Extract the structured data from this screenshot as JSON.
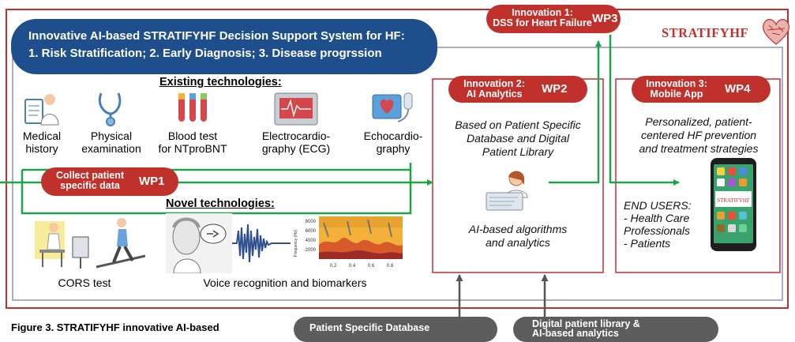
{
  "banner": {
    "line1": "Innovative AI-based STRATIFYHF Decision Support System for HF:",
    "line2": "1. Risk Stratification;   2. Early Diagnosis;   3. Disease progrssion"
  },
  "brand": {
    "logo_text": "STRATIFYHF"
  },
  "innovation1": {
    "label_line1": "Innovation 1:",
    "label_line2": "DSS for Heart Failure",
    "wp": "WP3"
  },
  "innovation2": {
    "label_line1": "Innovation 2:",
    "label_line2": "AI Analytics",
    "wp": "WP2",
    "desc_line1": "Based on Patient Specific",
    "desc_line2": "Database and Digital",
    "desc_line3": "Patient Library",
    "algo_line1": "AI-based algorithms",
    "algo_line2": "and analytics"
  },
  "innovation3": {
    "label_line1": "Innovation 3:",
    "label_line2": "Mobile App",
    "wp": "WP4",
    "desc_line1": "Personalized, patient-",
    "desc_line2": "centered HF prevention",
    "desc_line3": "and treatment strategies",
    "users_title": "END USERS:",
    "users_line1": "- Health Care",
    "users_line2": "Professionals",
    "users_line3": "- Patients"
  },
  "collect": {
    "label_line1": "Collect patient",
    "label_line2": "specific data",
    "wp": "WP1"
  },
  "existing": {
    "heading": "Existing technologies:",
    "items": [
      {
        "line1": "Medical",
        "line2": "history"
      },
      {
        "line1": "Physical",
        "line2": "examination"
      },
      {
        "line1": "Blood test",
        "line2": "for NTproBNT"
      },
      {
        "line1": "Electrocardio-",
        "line2": "graphy (ECG)"
      },
      {
        "line1": "Echocardio-",
        "line2": "graphy"
      }
    ]
  },
  "novel": {
    "heading": "Novel technologies:",
    "cors": "CORS test",
    "voice": "Voice recognition and biomarkers",
    "spectro": {
      "ylabel": "Frequency (Hz)",
      "yticks": [
        "8000",
        "6000",
        "4000",
        "2000"
      ],
      "xticks": [
        "0.2",
        "0.4",
        "0.6",
        "0.8"
      ]
    }
  },
  "bottom": {
    "db": "Patient Specific Database",
    "lib_line1": "Digital patient library &",
    "lib_line2": "AI-based analytics"
  },
  "caption": "Figure 3. STRATIFYHF innovative AI-based",
  "colors": {
    "red": "#c0312b",
    "navy": "#1f4e8c",
    "green": "#1ea34b",
    "grey": "#5d5d5d"
  }
}
